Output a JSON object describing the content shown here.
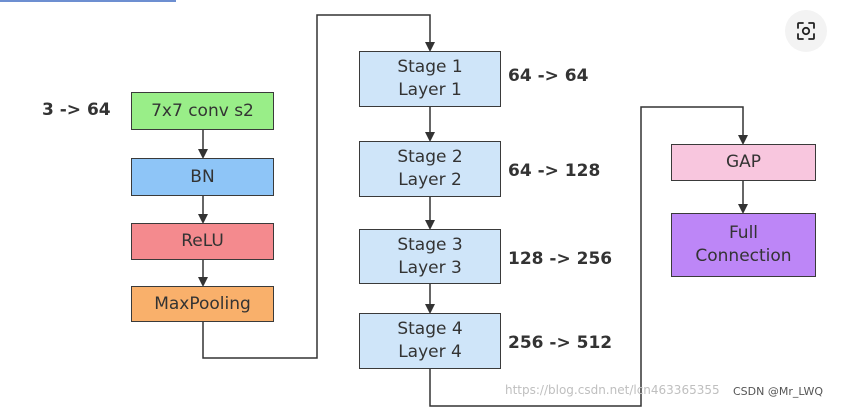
{
  "diagram": {
    "stem": {
      "input_dims": "3 -> 64",
      "conv": "7x7 conv s2",
      "bn": "BN",
      "relu": "ReLU",
      "pool": "MaxPooling"
    },
    "stages": [
      {
        "line1": "Stage 1",
        "line2": "Layer 1",
        "dims": "64 -> 64"
      },
      {
        "line1": "Stage 2",
        "line2": "Layer 2",
        "dims": "64 -> 128"
      },
      {
        "line1": "Stage 3",
        "line2": "Layer 3",
        "dims": "128 -> 256"
      },
      {
        "line1": "Stage 4",
        "line2": "Layer 4",
        "dims": "256 -> 512"
      }
    ],
    "head": {
      "gap": "GAP",
      "fc_line1": "Full",
      "fc_line2": "Connection"
    }
  },
  "watermark": "https://blog.csdn.net/lcn463365355",
  "credit": "CSDN @Mr_LWQ",
  "scan_icon": "scan-icon",
  "colors": {
    "conv": "#99ee88",
    "bn": "#8ec5f7",
    "relu": "#f48a8e",
    "pool": "#f9b06b",
    "stage": "#cfe5f9",
    "gap": "#f8c6de",
    "fc": "#bd86f7"
  }
}
